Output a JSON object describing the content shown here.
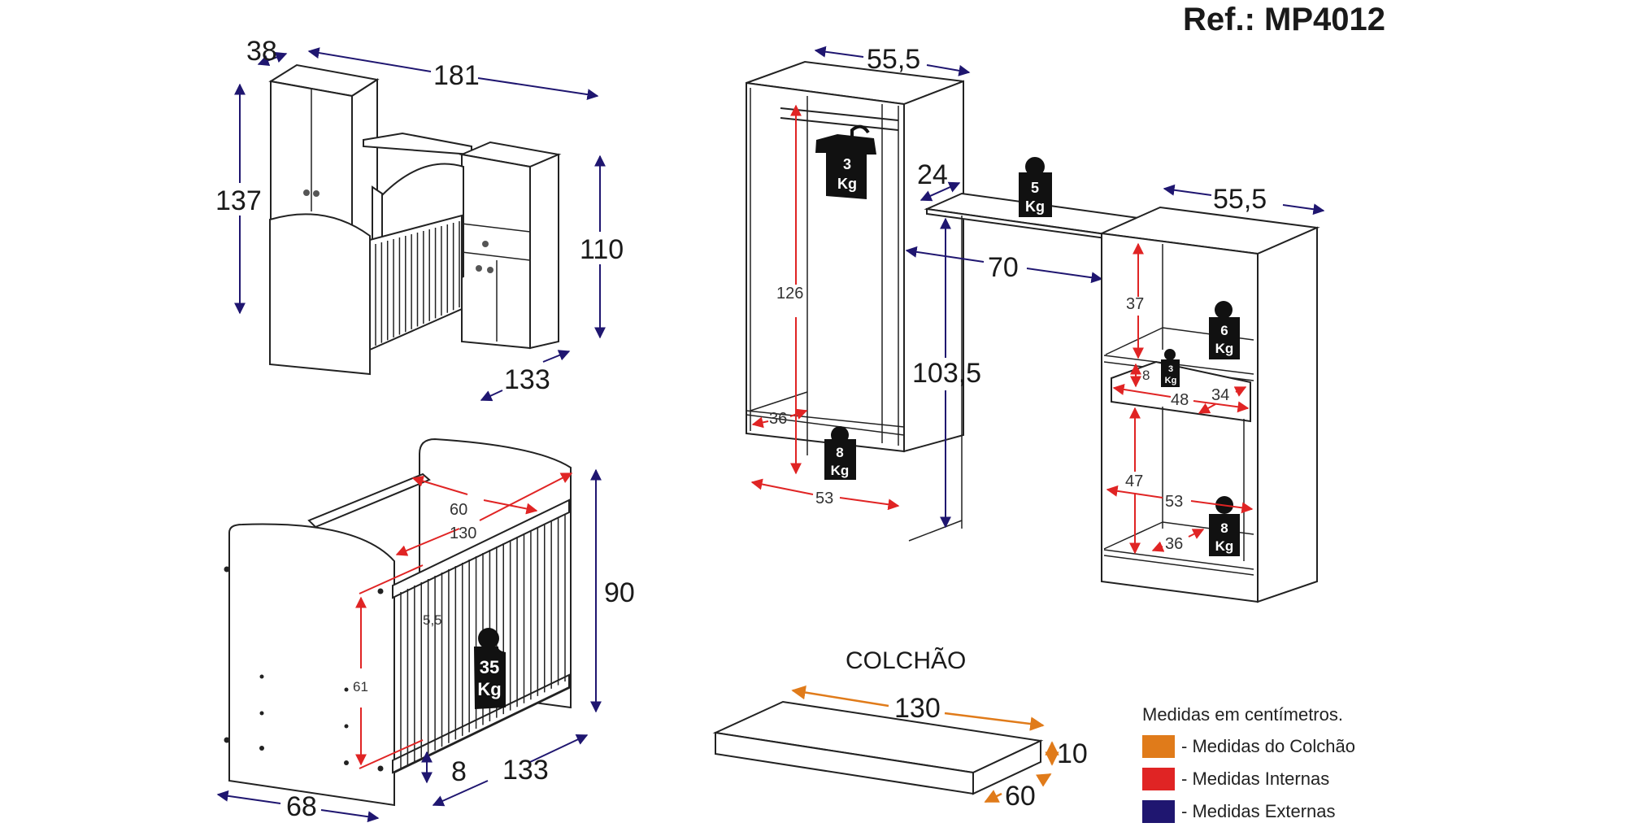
{
  "title": "Ref.: MP4012",
  "colors": {
    "mattress": "#e07b1a",
    "internal": "#e02424",
    "external": "#1f1670",
    "outline": "#222222",
    "weight_badge": "#111111"
  },
  "overview": {
    "depth": "38",
    "width": "181",
    "wardrobe_height": "137",
    "dresser_height": "110",
    "crib_length": "133"
  },
  "crib": {
    "inner_width": "60",
    "inner_length": "130",
    "slat_gap": "5,5",
    "inner_height": "61",
    "base_height": "8",
    "length": "133",
    "height": "90",
    "width": "68",
    "weight": {
      "value": "35",
      "unit": "Kg"
    }
  },
  "wardrobe": {
    "width": "55,5",
    "inner_height": "126",
    "inner_depth": "36",
    "inner_width": "53",
    "hanger_weight": {
      "value": "3",
      "unit": "Kg"
    },
    "bottom_weight": {
      "value": "8",
      "unit": "Kg"
    }
  },
  "shelf": {
    "depth": "24",
    "length": "70",
    "height": "103,5",
    "weight": {
      "value": "5",
      "unit": "Kg"
    }
  },
  "dresser": {
    "width": "55,5",
    "top_niche_height": "37",
    "drawer_height": "8",
    "drawer_width": "48",
    "drawer_depth": "34",
    "lower_height": "47",
    "inner_width": "53",
    "inner_depth": "36",
    "niche_weight": {
      "value": "6",
      "unit": "Kg"
    },
    "drawer_weight": {
      "value": "3",
      "unit": "Kg"
    },
    "bottom_weight": {
      "value": "8",
      "unit": "Kg"
    }
  },
  "mattress": {
    "title": "COLCHÃO",
    "length": "130",
    "width": "60",
    "height": "10"
  },
  "legend": {
    "title": "Medidas em centímetros.",
    "items": [
      {
        "label": "- Medidas do Colchão",
        "color": "#e07b1a"
      },
      {
        "label": "- Medidas Internas",
        "color": "#e02424"
      },
      {
        "label": "- Medidas Externas",
        "color": "#1f1670"
      }
    ]
  }
}
